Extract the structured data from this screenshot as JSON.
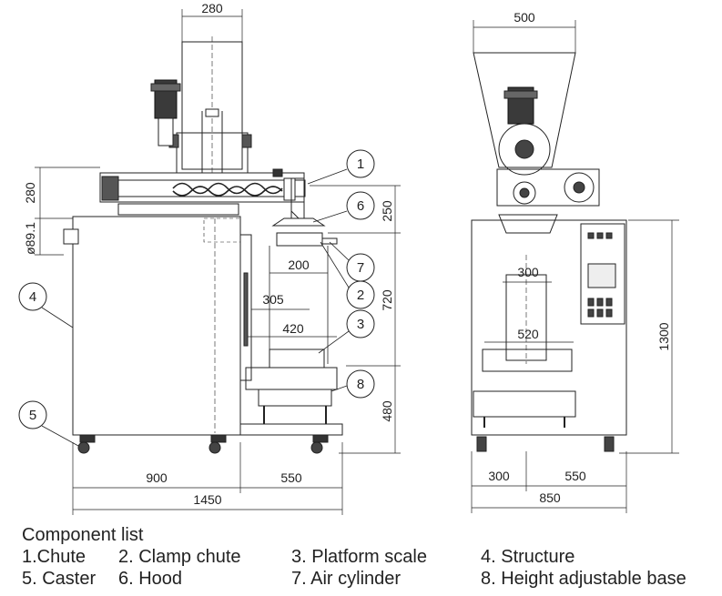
{
  "dimensions": {
    "top_width_left": "280",
    "top_width_right": "500",
    "auger_height": "280",
    "tube_diameter": "ø89.1",
    "hood_height": "250",
    "scale_height": "720",
    "chute_width": "200",
    "clamp_offset": "305",
    "scale_width": "420",
    "base_height": "480",
    "width_900": "900",
    "width_550_left": "550",
    "total_length": "1450",
    "width_300_front": "300",
    "width_520_front": "520",
    "total_height": "1300",
    "width_300_bottom": "300",
    "width_550_right": "550",
    "total_width": "850"
  },
  "callouts": [
    "1",
    "2",
    "3",
    "4",
    "5",
    "6",
    "7",
    "8"
  ],
  "legend": {
    "title": "Component list",
    "rows": [
      [
        "1.Chute",
        "2. Clamp chute",
        "3. Platform scale",
        "4. Structure"
      ],
      [
        "5. Caster",
        "6. Hood",
        "7. Air cylinder",
        "8. Height adjustable base"
      ]
    ]
  }
}
